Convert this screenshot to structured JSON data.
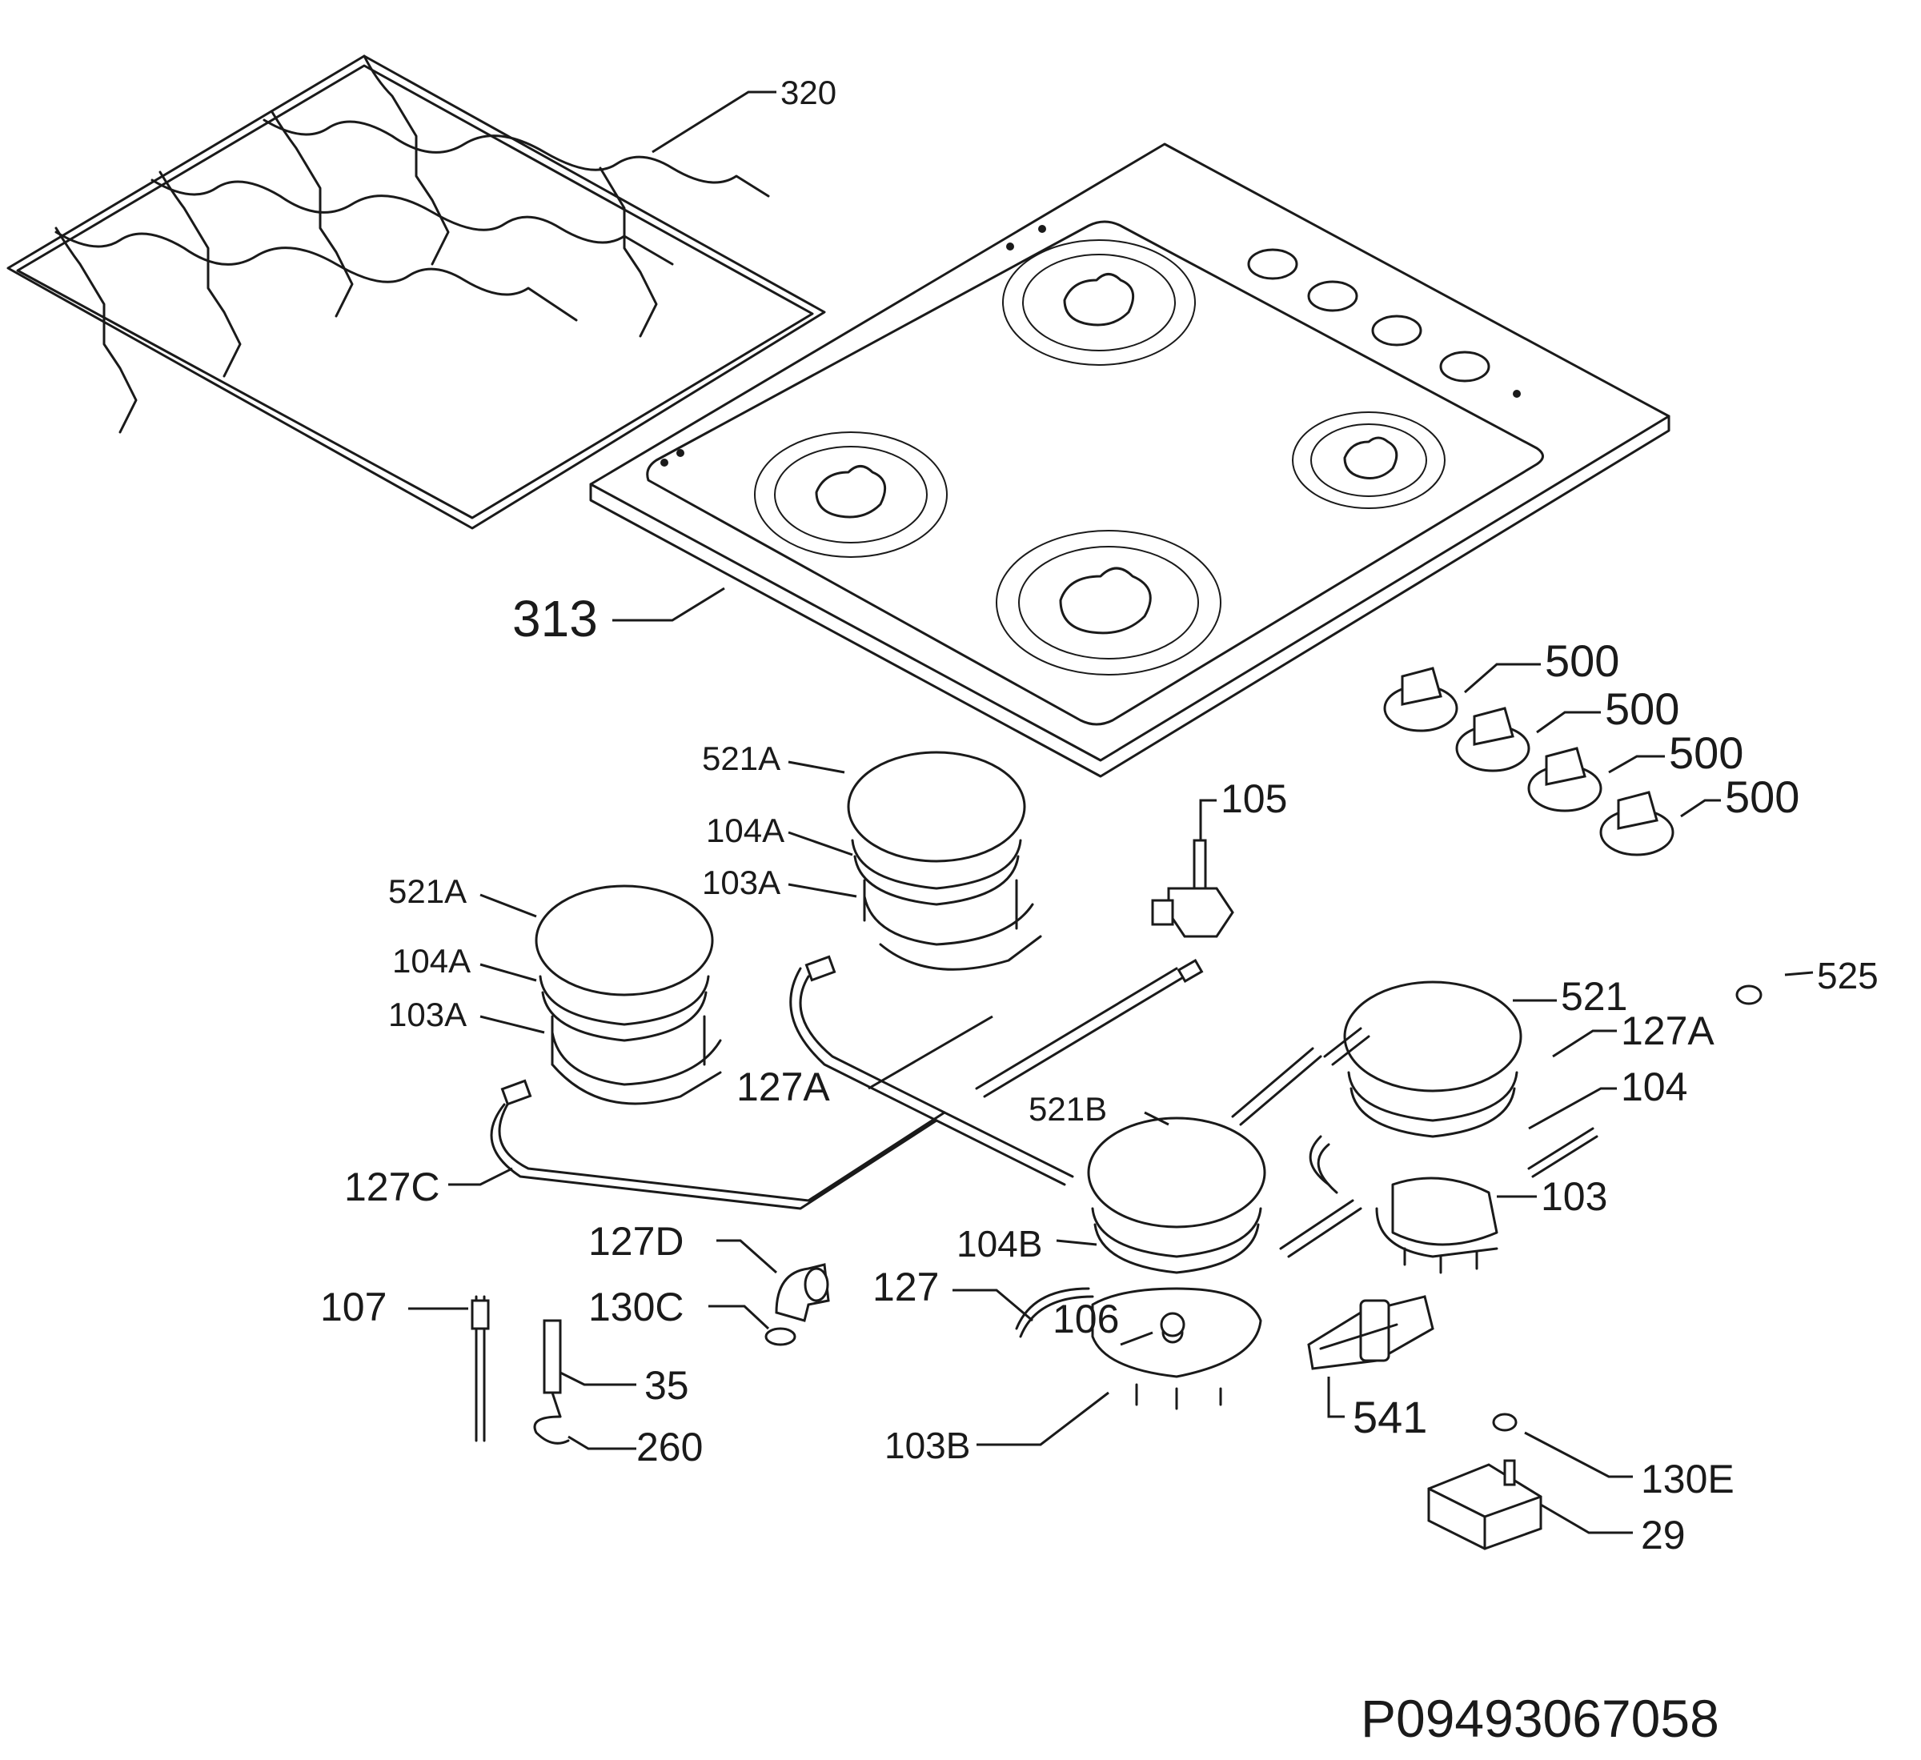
{
  "labels": {
    "l320": "320",
    "l313": "313",
    "l500a": "500",
    "l500b": "500",
    "l500c": "500",
    "l500d": "500",
    "l105": "105",
    "l521A_1": "521A",
    "l104A_1": "104A",
    "l103A_1": "103A",
    "l521A_2": "521A",
    "l104A_2": "104A",
    "l103A_2": "103A",
    "l127A_1": "127A",
    "l127C": "127C",
    "l525": "525",
    "l521": "521",
    "l127A_2": "127A",
    "l104": "104",
    "l103": "103",
    "l521B": "521B",
    "l104B": "104B",
    "l127D": "127D",
    "l130C": "130C",
    "l127": "127",
    "l106": "106",
    "l107": "107",
    "l35": "35",
    "l260": "260",
    "l103B": "103B",
    "l541": "541",
    "l130E": "130E",
    "l29": "29",
    "code": "P09493067058"
  }
}
